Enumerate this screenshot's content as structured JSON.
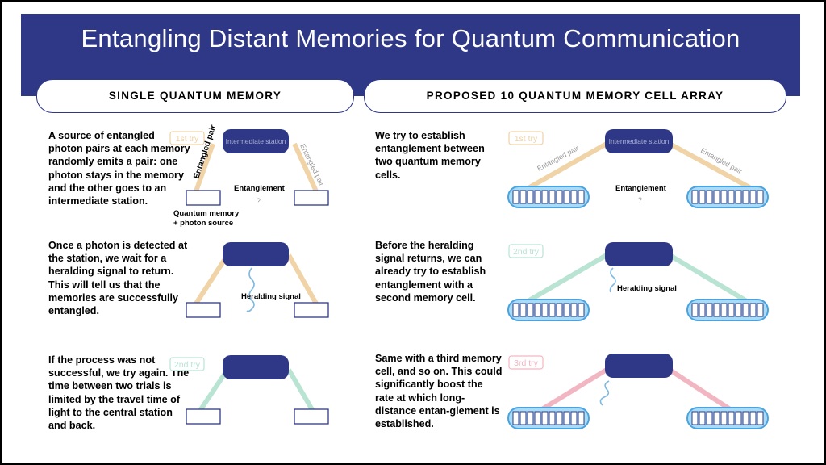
{
  "title": "Entangling Distant Memories for Quantum Communication",
  "left_panel": {
    "heading": "SINGLE QUANTUM MEMORY",
    "rows": [
      "A source of entangled photon pairs at each memory randomly emits a pair: one photon stays in the memory and the other goes to an intermediate station.",
      "Once a photon is detected at the station, we wait for a heralding signal to return. This will tell us that the memories are successfully entangled.",
      "If the process was not successful, we try again. The time between two trials is limited by the travel time of light to the central station and back."
    ]
  },
  "right_panel": {
    "heading": "PROPOSED 10 QUANTUM MEMORY CELL ARRAY",
    "rows": [
      "We try to establish entanglement between two quantum memory cells.",
      "Before the heralding signal returns, we can already try to establish entanglement with a second memory cell.",
      "Same with a third memory cell, and so on. This could significantly boost the rate at which long-distance entan-glement is established."
    ]
  },
  "labels": {
    "try1": "1st try",
    "try2": "2nd try",
    "try3": "3rd try",
    "station": "Intermediate station",
    "entangled_pair": "Entangled pair",
    "entanglement": "Entanglement",
    "question": "?",
    "memory1": "Quantum memory",
    "memory2": "+ photon source",
    "heralding": "Heralding signal"
  },
  "colors": {
    "navy": "#2f3886",
    "try1": "#f0d3a6",
    "try2": "#b9e4d3",
    "try3": "#f2b6c2",
    "cell_array": "#4aa3df",
    "heralding_wave": "#7fb8e0"
  }
}
